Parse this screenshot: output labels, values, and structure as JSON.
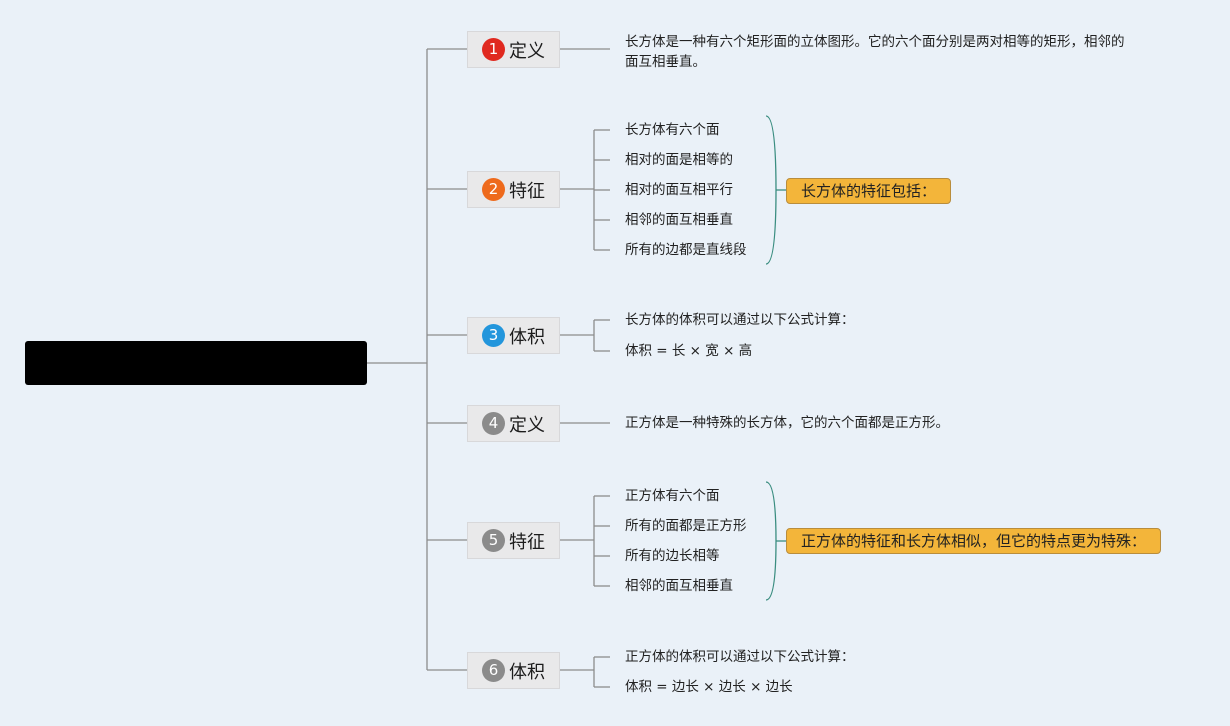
{
  "colors": {
    "badge_1": "#e0291f",
    "badge_2": "#ee6a1c",
    "badge_3": "#2396dc",
    "badge_neutral": "#8b8b8b",
    "summary_fill": "#f3b53a",
    "connector": "#8c8c8c",
    "bracket": "#3a8d80"
  },
  "topics": [
    {
      "badge": "1",
      "label": "定义",
      "badge_color": "#e0291f",
      "children": [
        "长方体是一种有六个矩形面的立体图形。它的六个面分别是两对相等的矩形，相邻的面互相垂直。"
      ]
    },
    {
      "badge": "2",
      "label": "特征",
      "badge_color": "#ee6a1c",
      "children": [
        "长方体有六个面",
        "相对的面是相等的",
        "相对的面互相平行",
        "相邻的面互相垂直",
        "所有的边都是直线段"
      ],
      "summary": "长方体的特征包括："
    },
    {
      "badge": "3",
      "label": "体积",
      "badge_color": "#2396dc",
      "children": [
        "长方体的体积可以通过以下公式计算：",
        "体积 = 长 × 宽 × 高"
      ]
    },
    {
      "badge": "4",
      "label": "定义",
      "badge_color": "#8b8b8b",
      "children": [
        "正方体是一种特殊的长方体，它的六个面都是正方形。"
      ]
    },
    {
      "badge": "5",
      "label": "特征",
      "badge_color": "#8b8b8b",
      "children": [
        "正方体有六个面",
        "所有的面都是正方形",
        "所有的边长相等",
        "相邻的面互相垂直"
      ],
      "summary": "正方体的特征和长方体相似，但它的特点更为特殊："
    },
    {
      "badge": "6",
      "label": "体积",
      "badge_color": "#8b8b8b",
      "children": [
        "正方体的体积可以通过以下公式计算：",
        "体积 = 边长 × 边长 × 边长"
      ]
    }
  ]
}
